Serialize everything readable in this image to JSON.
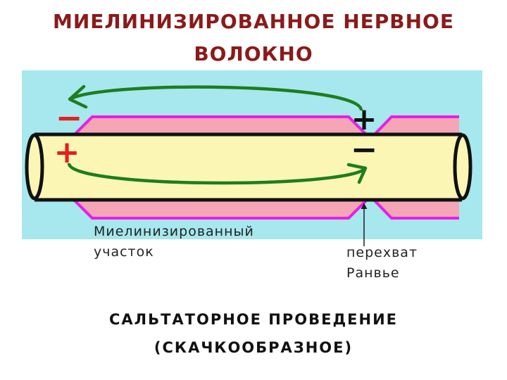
{
  "title": {
    "line1": "МИЕЛИНИЗИРОВАННОЕ НЕРВНОЕ",
    "line2": "ВОЛОКНО"
  },
  "diagram": {
    "charges": {
      "outer_left": "−",
      "inner_left": "+",
      "outer_node": "+",
      "inner_node": "−"
    },
    "labels": {
      "myelinated_segment": [
        "Миелинизированный",
        "участок"
      ],
      "node_of_ranvier": [
        "перехват",
        "Ранвье"
      ]
    },
    "colors": {
      "background": "#a6e8ee",
      "myelin_fill": "#f4a6b6",
      "myelin_edge": "#e81ee8",
      "axon_fill": "#fbf6b4",
      "current_arrow": "#1e7d1e",
      "charge_red": "#e32020",
      "charge_black": "#111111",
      "title": "#8b1a1a"
    }
  },
  "caption": {
    "line1": "САЛЬТАТОРНОЕ ПРОВЕДЕНИЕ",
    "line2": "(СКАЧКООБРАЗНОЕ)"
  }
}
